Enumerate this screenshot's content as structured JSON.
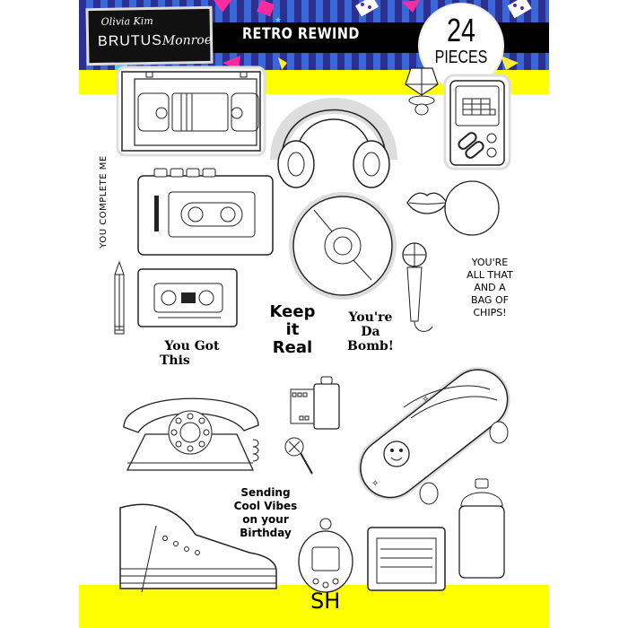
{
  "product": {
    "brand_signature": "Olivia Kim",
    "brand_name": "BRUTUS",
    "brand_name_script": "Monroe",
    "title": "RETRO REWIND",
    "badge_count": "24",
    "badge_label": "PIECES",
    "bottom_partial_text": "SH"
  },
  "colors": {
    "banner_stripe_dark": "#2b2f8f",
    "banner_stripe_light": "#3a66d6",
    "accent_yellow": "#ffff00",
    "bar_black": "#000000"
  },
  "sentiments": {
    "you_complete_me": "YOU COMPLETE ME",
    "keep_it_real": [
      "Keep",
      "it",
      "Real"
    ],
    "youre_da_bomb": [
      "You're",
      "Da",
      "Bomb!"
    ],
    "you_got_this": [
      "You Got",
      "This"
    ],
    "all_that": [
      "YOU'RE",
      "ALL THAT",
      "AND A",
      "BAG OF",
      "CHIPS!"
    ],
    "cool_vibes": [
      "Sending",
      "Cool Vibes",
      "on your",
      "Birthday"
    ]
  },
  "images": [
    "vhs-tape",
    "headphones",
    "ring-pop",
    "handheld-game",
    "walkman",
    "lips",
    "bubble-gum",
    "cd",
    "microphone",
    "pencil",
    "cassette-tape",
    "telephone",
    "film-roll",
    "lollipop",
    "skateboard",
    "sneaker",
    "tamagotchi",
    "floppy-disk",
    "spray-can"
  ]
}
